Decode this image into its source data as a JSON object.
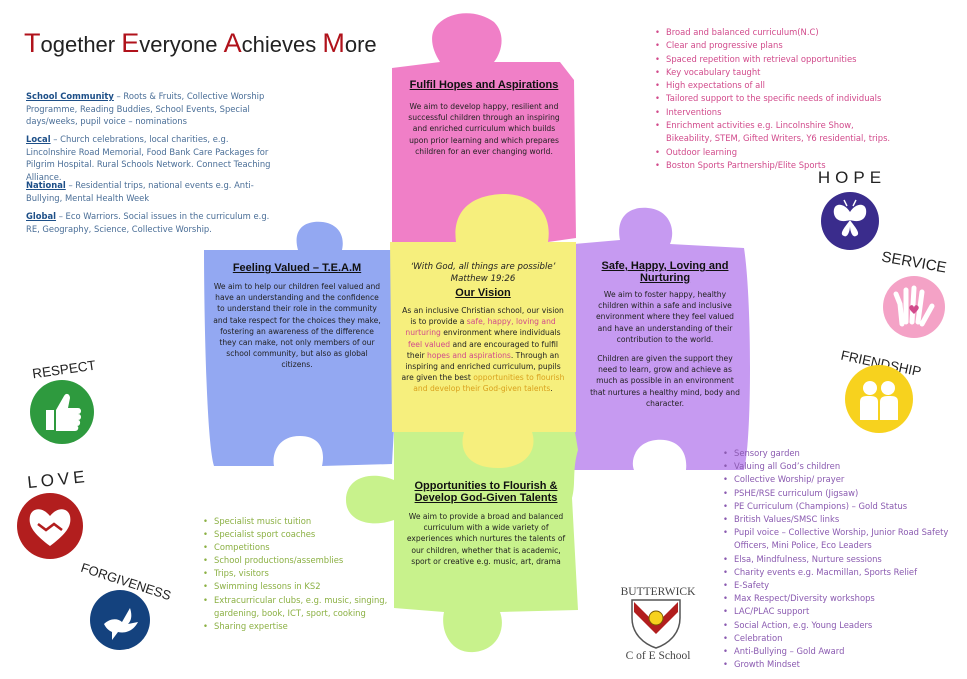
{
  "title": {
    "c1": "T",
    "r1": "ogether ",
    "c2": "E",
    "r2": "veryone ",
    "c3": "A",
    "r3": "chieves ",
    "c4": "M",
    "r4": "ore"
  },
  "left_info": [
    {
      "head": "School Community",
      "text": " – Roots & Fruits, Collective Worship Programme, Reading Buddies, School Events, Special days/weeks, pupil voice – nominations"
    },
    {
      "head": "Local",
      "text": " – Church celebrations, local charities, e.g. Lincolnshire Road Memorial, Food Bank Care Packages for Pilgrim Hospital. Rural Schools Network. Connect Teaching Alliance."
    },
    {
      "head": "National",
      "text": " – Residential trips, national events e.g. Anti-Bullying, Mental Health Week"
    },
    {
      "head": "Global",
      "text": " – Eco Warriors. Social issues in the curriculum e.g. RE, Geography, Science, Collective Worship."
    }
  ],
  "pink_list": [
    "Broad and balanced curriculum(N.C)",
    "Clear and progressive plans",
    "Spaced repetition with retrieval opportunities",
    "Key vocabulary taught",
    "High expectations of all",
    "Tailored support to the specific needs of individuals",
    "Interventions",
    "Enrichment activities e.g. Lincolnshire Show, Bikeability, STEM, Gifted Writers, Y6 residential, trips.",
    "Outdoor learning",
    "Boston Sports Partnership/Elite Sports"
  ],
  "green_list": [
    "Specialist music tuition",
    "Specialist sport coaches",
    "Competitions",
    "School productions/assemblies",
    "Trips, visitors",
    "Swimming lessons in KS2",
    "Extracurricular clubs, e.g. music, singing, gardening, book, ICT, sport, cooking",
    "Sharing expertise"
  ],
  "purple_list": [
    "Sensory garden",
    "Valuing all God’s children",
    "Collective Worship/ prayer",
    "PSHE/RSE curriculum (Jigsaw)",
    "PE Curriculum (Champions) – Gold Status",
    "British Values/SMSC links",
    "Pupil voice – Collective Worship, Junior Road Safety Officers, Mini Police, Eco Leaders",
    "Elsa, Mindfulness, Nurture sessions",
    "Charity events e.g. Macmillan, Sports Relief",
    "E-Safety",
    "Max Respect/Diversity workshops",
    "LAC/PLAC support",
    "Social Action, e.g. Young Leaders",
    "Celebration",
    "Anti-Bullying – Gold Award",
    "Growth Mindset"
  ],
  "pieces": {
    "top": {
      "heading": "Fulfil Hopes and Aspirations",
      "body": "We aim to develop happy, resilient and successful children through an inspiring and enriched curriculum which builds upon prior learning and which prepares children for an ever changing world.",
      "color": "#f07fc7"
    },
    "left": {
      "heading": "Feeling Valued – T.E.A.M",
      "body": "We aim to help our children feel valued and have an understanding and the confidence to understand their role in the community and take respect for the choices they make, fostering an awareness of the difference they can make, not only members of our school community, but also as global citizens.",
      "color": "#93a8f2"
    },
    "right": {
      "heading": "Safe, Happy, Loving and Nurturing",
      "body1": "We aim to foster happy, healthy children within a safe and inclusive environment where they feel valued and have an understanding of their contribution to the world.",
      "body2": "Children are given the support they need to learn, grow and achieve as much as possible in an environment that nurtures a healthy mind, body and character.",
      "color": "#c69af1"
    },
    "bottom": {
      "heading": "Opportunities to Flourish & Develop God-Given Talents",
      "body": "We aim to provide a broad and balanced curriculum with a wide variety of experiences which nurtures the talents of our children, whether that is academic, sport or creative e.g. music, art, drama",
      "color": "#c8f28c"
    },
    "center": {
      "quote": "‘With God, all things are possible’",
      "ref": "Matthew 19:26",
      "heading": "Our Vision",
      "p1": "As an inclusive Christian school, our vision is to provide a ",
      "h1": "safe, happy, loving and nurturing",
      "p2": " environment where individuals ",
      "h2": "feel valued",
      "p3": " and are encouraged to fulfil their ",
      "h3": "hopes and aspirations",
      "p4": ". Through an inspiring and enriched curriculum, pupils are given the best ",
      "h4": "opportunities to flourish and develop their God-given talents",
      "p5": ".",
      "color": "#f6ef7d"
    }
  },
  "badges": {
    "hope": "HOPE",
    "service": "SERVICE",
    "friendship": "FRIENDSHIP",
    "respect": "RESPECT",
    "love": "LOVE",
    "forgiveness": "FORGIVENESS"
  },
  "school": {
    "name_top": "BUTTERWICK",
    "name_bottom": "C of E School"
  },
  "colors": {
    "hope": "#3a2c8c",
    "service": "#f4a2c6",
    "friendship": "#f7d21e",
    "respect": "#2e9a3e",
    "love": "#b21e1e",
    "forgiveness": "#14427e",
    "accent": "#b0121b"
  }
}
